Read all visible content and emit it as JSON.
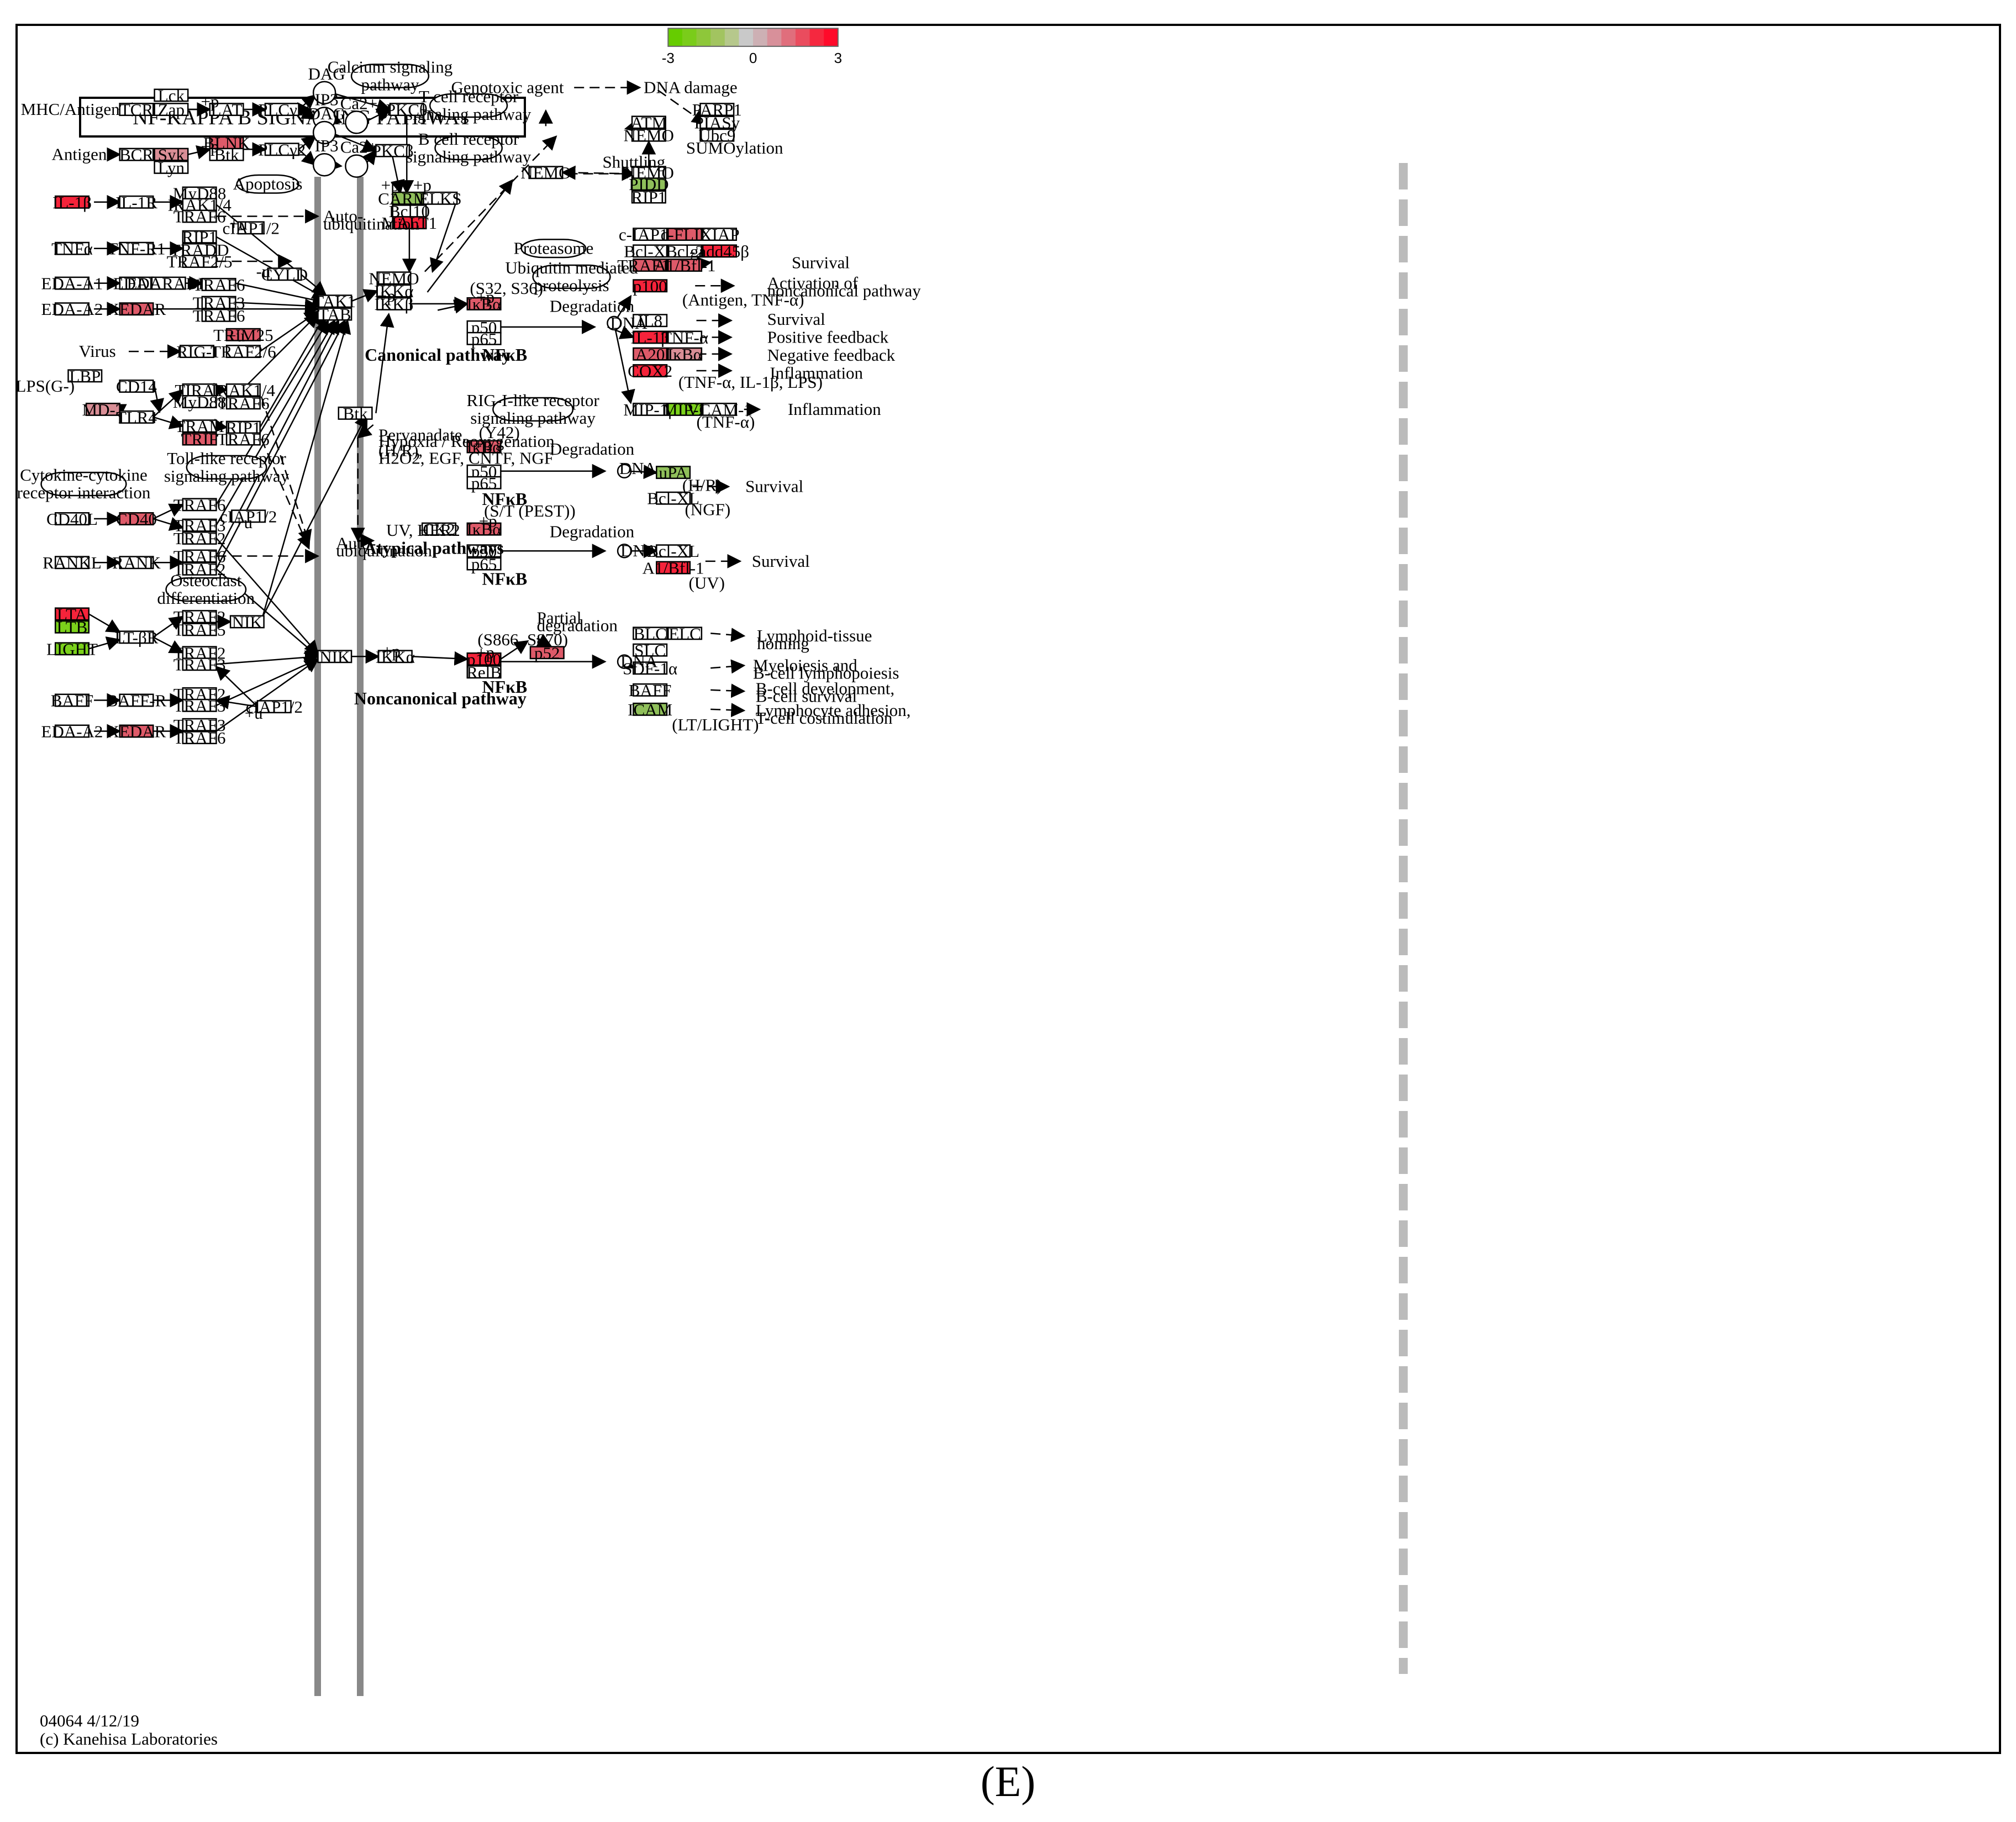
{
  "title": "NF-KAPPA B  SIGNALING PATHWAY",
  "panel_label": "(E)",
  "footer": [
    "04064 4/12/19",
    "(c) Kanehisa Laboratories"
  ],
  "colors": {
    "up_strong": "#f5233a",
    "up_mid": "#de5a69",
    "up_light": "#d98e96",
    "down_strong": "#7bd11b",
    "down_mid": "#8fbf5a",
    "neutral": "#ffffff",
    "membrane": "#888888",
    "nuclear_envelope": "#bbbbbb"
  },
  "color_scale": {
    "min_label": "-3",
    "mid_label": "0",
    "max_label": "3",
    "colors": [
      "#66cc00",
      "#7acc1a",
      "#8ec73a",
      "#a2c460",
      "#b6c88c",
      "#c9c9c9",
      "#cdb0b4",
      "#d8909a",
      "#e06e7c",
      "#ea4c5e",
      "#f5283f",
      "#ff0a2a"
    ]
  },
  "nodes": [
    {
      "id": "lck",
      "label": "Lck",
      "fill": "#ffffff"
    },
    {
      "id": "tcr",
      "label": "TCR",
      "fill": "#ffffff"
    },
    {
      "id": "zap",
      "label": "Zap",
      "fill": "#ffffff"
    },
    {
      "id": "lat",
      "label": "LAT",
      "fill": "#ffffff"
    },
    {
      "id": "plcg1",
      "label": "PLCγ1",
      "fill": "#ffffff"
    },
    {
      "id": "pkct",
      "label": "PKCθ",
      "fill": "#ffffff"
    },
    {
      "id": "bcr",
      "label": "BCR",
      "fill": "#ffffff"
    },
    {
      "id": "syk",
      "label": "Syk",
      "fill": "#d98e96"
    },
    {
      "id": "lyn",
      "label": "Lyn",
      "fill": "#ffffff"
    },
    {
      "id": "blnk",
      "label": "BLNK",
      "fill": "#de5a69"
    },
    {
      "id": "btk1",
      "label": "Btk",
      "fill": "#ffffff"
    },
    {
      "id": "plcg2",
      "label": "PLCγ2",
      "fill": "#ffffff"
    },
    {
      "id": "pkcb",
      "label": "PKCβ",
      "fill": "#ffffff"
    },
    {
      "id": "carma",
      "label": "CARMA",
      "fill": "#8fbf5a"
    },
    {
      "id": "bcl10",
      "label": "Bcl10",
      "fill": "#ffffff"
    },
    {
      "id": "malt1",
      "label": "MALT1",
      "fill": "#f5233a"
    },
    {
      "id": "il1b_l",
      "label": "IL-1β",
      "fill": "#f5233a"
    },
    {
      "id": "il1r",
      "label": "IL-1R",
      "fill": "#ffffff"
    },
    {
      "id": "myd88a",
      "label": "MyD88",
      "fill": "#ffffff"
    },
    {
      "id": "irak14a",
      "label": "IRAK1/4",
      "fill": "#ffffff"
    },
    {
      "id": "traf6a",
      "label": "TRAF6",
      "fill": "#ffffff"
    },
    {
      "id": "ciap12a",
      "label": "cIAP1/2",
      "fill": "#ffffff"
    },
    {
      "id": "tnfa_l",
      "label": "TNFα",
      "fill": "#ffffff"
    },
    {
      "id": "tnfr1",
      "label": "TNF-R1",
      "fill": "#ffffff"
    },
    {
      "id": "rip1a",
      "label": "RIP1",
      "fill": "#ffffff"
    },
    {
      "id": "tradd",
      "label": "TRADD",
      "fill": "#ffffff"
    },
    {
      "id": "traf25",
      "label": "TRAF2/5",
      "fill": "#ffffff"
    },
    {
      "id": "edaa1",
      "label": "EDA-A1",
      "fill": "#ffffff"
    },
    {
      "id": "edar",
      "label": "EDAR",
      "fill": "#ffffff"
    },
    {
      "id": "edaradd",
      "label": "EDARADD",
      "fill": "#ffffff"
    },
    {
      "id": "traf6b",
      "label": "TRAF6",
      "fill": "#ffffff"
    },
    {
      "id": "cyld",
      "label": "CYLD",
      "fill": "#ffffff"
    },
    {
      "id": "edaa2a",
      "label": "EDA-A2",
      "fill": "#ffffff"
    },
    {
      "id": "xedar1",
      "label": "XEDAR",
      "fill": "#de5a69"
    },
    {
      "id": "traf3a",
      "label": "TRAF3",
      "fill": "#ffffff"
    },
    {
      "id": "traf6c",
      "label": "TRAF6",
      "fill": "#ffffff"
    },
    {
      "id": "tak1",
      "label": "TAK1",
      "fill": "#ffffff"
    },
    {
      "id": "tab",
      "label": "TAB",
      "fill": "#ffffff"
    },
    {
      "id": "trim25",
      "label": "TRIM25",
      "fill": "#de5a69"
    },
    {
      "id": "rigi",
      "label": "RIG-I",
      "fill": "#ffffff"
    },
    {
      "id": "traf2_6",
      "label": "TRAF2/6",
      "fill": "#ffffff"
    },
    {
      "id": "lbp",
      "label": "LBP",
      "fill": "#ffffff"
    },
    {
      "id": "cd14",
      "label": "CD14",
      "fill": "#ffffff"
    },
    {
      "id": "md2",
      "label": "MD-2",
      "fill": "#d98e96"
    },
    {
      "id": "tlr4",
      "label": "TLR4",
      "fill": "#ffffff"
    },
    {
      "id": "tirap",
      "label": "TIRAP",
      "fill": "#ffffff"
    },
    {
      "id": "myd88b",
      "label": "MyD88",
      "fill": "#ffffff"
    },
    {
      "id": "irak14b",
      "label": "IRAK1/4",
      "fill": "#ffffff"
    },
    {
      "id": "traf6d",
      "label": "TRAF6",
      "fill": "#ffffff"
    },
    {
      "id": "tram",
      "label": "TRAM",
      "fill": "#ffffff"
    },
    {
      "id": "trif",
      "label": "TRIF",
      "fill": "#de5a69"
    },
    {
      "id": "rip1b",
      "label": "RIP1",
      "fill": "#ffffff"
    },
    {
      "id": "traf6e",
      "label": "TRAF6",
      "fill": "#ffffff"
    },
    {
      "id": "btk2",
      "label": "Btk",
      "fill": "#ffffff"
    },
    {
      "id": "nemo_c",
      "label": "NEMO",
      "fill": "#ffffff"
    },
    {
      "id": "ikka_c",
      "label": "IKKα",
      "fill": "#ffffff"
    },
    {
      "id": "ikkb_c",
      "label": "IKKβ",
      "fill": "#ffffff"
    },
    {
      "id": "elks",
      "label": "ELKS",
      "fill": "#ffffff"
    },
    {
      "id": "nemo_mid",
      "label": "NEMO",
      "fill": "#ffffff"
    },
    {
      "id": "atm",
      "label": "ATM",
      "fill": "#ffffff"
    },
    {
      "id": "nemo_atm",
      "label": "NEMO",
      "fill": "#ffffff"
    },
    {
      "id": "parp1",
      "label": "PARP1",
      "fill": "#ffffff"
    },
    {
      "id": "piasy",
      "label": "PIASy",
      "fill": "#ffffff"
    },
    {
      "id": "ubc9",
      "label": "Ubc9",
      "fill": "#ffffff"
    },
    {
      "id": "nemo_n",
      "label": "NEMO",
      "fill": "#ffffff"
    },
    {
      "id": "pidd",
      "label": "PIDD",
      "fill": "#8fbf5a"
    },
    {
      "id": "rip1n",
      "label": "RIP1",
      "fill": "#ffffff"
    },
    {
      "id": "ikba1",
      "label": "IκBα",
      "fill": "#de5a69"
    },
    {
      "id": "p50a",
      "label": "p50",
      "fill": "#ffffff"
    },
    {
      "id": "p65a",
      "label": "p65",
      "fill": "#ffffff"
    },
    {
      "id": "ciap12t",
      "label": "c-IAP1/2",
      "fill": "#ffffff"
    },
    {
      "id": "cflip",
      "label": "c-FLIP",
      "fill": "#de5a69"
    },
    {
      "id": "xiap",
      "label": "XIAP",
      "fill": "#ffffff"
    },
    {
      "id": "bclxl1",
      "label": "Bcl-XL",
      "fill": "#ffffff"
    },
    {
      "id": "bcl2",
      "label": "Bcl-2",
      "fill": "#ffffff"
    },
    {
      "id": "gadd45b",
      "label": "gadd45β",
      "fill": "#f5233a"
    },
    {
      "id": "traf12",
      "label": "TRAF1/2",
      "fill": "#de5a69"
    },
    {
      "id": "a1bfl1a",
      "label": "A1/Bfl-1",
      "fill": "#de5a69"
    },
    {
      "id": "p100t",
      "label": "p100",
      "fill": "#f5233a"
    },
    {
      "id": "il8",
      "label": "IL8",
      "fill": "#ffffff"
    },
    {
      "id": "il1b_t",
      "label": "IL-1β",
      "fill": "#f5233a"
    },
    {
      "id": "tnfa_t",
      "label": "TNF-α",
      "fill": "#ffffff"
    },
    {
      "id": "a20",
      "label": "A20",
      "fill": "#de5a69"
    },
    {
      "id": "ikba_t",
      "label": "IκBα",
      "fill": "#d98e96"
    },
    {
      "id": "cox2",
      "label": "COX2",
      "fill": "#f5233a"
    },
    {
      "id": "mip1b",
      "label": "MIP-1β",
      "fill": "#ffffff"
    },
    {
      "id": "mip2",
      "label": "MIP-2",
      "fill": "#7bd11b"
    },
    {
      "id": "vcam1",
      "label": "VCAM-1",
      "fill": "#ffffff"
    },
    {
      "id": "ikba2",
      "label": "IκBα",
      "fill": "#de5a69"
    },
    {
      "id": "p50b",
      "label": "p50",
      "fill": "#ffffff"
    },
    {
      "id": "p65b",
      "label": "p65",
      "fill": "#ffffff"
    },
    {
      "id": "upa",
      "label": "uPA",
      "fill": "#8fbf5a"
    },
    {
      "id": "bclxl2",
      "label": "Bcl-XL",
      "fill": "#ffffff"
    },
    {
      "id": "ck2",
      "label": "CK2",
      "fill": "#ffffff"
    },
    {
      "id": "ikba3",
      "label": "IκBα",
      "fill": "#de5a69"
    },
    {
      "id": "p50c",
      "label": "p50",
      "fill": "#ffffff"
    },
    {
      "id": "p65c",
      "label": "p65",
      "fill": "#ffffff"
    },
    {
      "id": "bclxl3",
      "label": "Bcl-XL",
      "fill": "#ffffff"
    },
    {
      "id": "a1bfl1b",
      "label": "A1/Bfl-1",
      "fill": "#f5233a"
    },
    {
      "id": "cd40l",
      "label": "CD40L",
      "fill": "#ffffff"
    },
    {
      "id": "cd40",
      "label": "CD40",
      "fill": "#de5a69"
    },
    {
      "id": "traf6f",
      "label": "TRAF6",
      "fill": "#ffffff"
    },
    {
      "id": "ciap12b",
      "label": "cIAP1/2",
      "fill": "#ffffff"
    },
    {
      "id": "traf3b",
      "label": "TRAF3",
      "fill": "#ffffff"
    },
    {
      "id": "traf2a",
      "label": "TRAF2",
      "fill": "#ffffff"
    },
    {
      "id": "rankl",
      "label": "RANKL",
      "fill": "#ffffff"
    },
    {
      "id": "rank",
      "label": "RANK",
      "fill": "#ffffff"
    },
    {
      "id": "traf6g",
      "label": "TRAF6",
      "fill": "#ffffff"
    },
    {
      "id": "traf2b",
      "label": "TRAF2",
      "fill": "#ffffff"
    },
    {
      "id": "lta",
      "label": "LTA",
      "fill": "#f5233a"
    },
    {
      "id": "ltb",
      "label": "LTB",
      "fill": "#7bd11b"
    },
    {
      "id": "light",
      "label": "LIGHT",
      "fill": "#7bd11b"
    },
    {
      "id": "ltbr",
      "label": "LT-βR",
      "fill": "#ffffff"
    },
    {
      "id": "traf2c",
      "label": "TRAF2",
      "fill": "#ffffff"
    },
    {
      "id": "traf5",
      "label": "TRAF5",
      "fill": "#ffffff"
    },
    {
      "id": "nik1",
      "label": "NIK",
      "fill": "#ffffff"
    },
    {
      "id": "traf2d",
      "label": "TRAF2",
      "fill": "#ffffff"
    },
    {
      "id": "traf3c",
      "label": "TRAF3",
      "fill": "#ffffff"
    },
    {
      "id": "nik2",
      "label": "NIK",
      "fill": "#ffffff"
    },
    {
      "id": "ikka_n",
      "label": "IKKα",
      "fill": "#ffffff"
    },
    {
      "id": "p100n",
      "label": "p100",
      "fill": "#f5233a"
    },
    {
      "id": "relb",
      "label": "RelB",
      "fill": "#ffffff"
    },
    {
      "id": "p52",
      "label": "p52",
      "fill": "#de5a69"
    },
    {
      "id": "baff_l",
      "label": "BAFF",
      "fill": "#ffffff"
    },
    {
      "id": "baffr",
      "label": "BAFF-R",
      "fill": "#ffffff"
    },
    {
      "id": "traf2e",
      "label": "TRAF2",
      "fill": "#ffffff"
    },
    {
      "id": "traf3d",
      "label": "TRAF3",
      "fill": "#ffffff"
    },
    {
      "id": "ciap12c",
      "label": "cIAP1/2",
      "fill": "#ffffff"
    },
    {
      "id": "edaa2b",
      "label": "EDA-A2",
      "fill": "#ffffff"
    },
    {
      "id": "xedar2",
      "label": "XEDAR",
      "fill": "#de5a69"
    },
    {
      "id": "traf3e",
      "label": "TRAF3",
      "fill": "#ffffff"
    },
    {
      "id": "traf6h",
      "label": "TRAF6",
      "fill": "#ffffff"
    },
    {
      "id": "blc",
      "label": "BLC",
      "fill": "#ffffff"
    },
    {
      "id": "elc",
      "label": "ELC",
      "fill": "#ffffff"
    },
    {
      "id": "slc",
      "label": "SLC",
      "fill": "#ffffff"
    },
    {
      "id": "sdf1a",
      "label": "SDF-1α",
      "fill": "#ffffff"
    },
    {
      "id": "baff_t",
      "label": "BAFF",
      "fill": "#ffffff"
    },
    {
      "id": "icam",
      "label": "ICAM",
      "fill": "#8fbf5a"
    }
  ],
  "maps": [
    {
      "id": "calcium",
      "lines": [
        "Calcium signaling",
        "pathway"
      ]
    },
    {
      "id": "tcell",
      "lines": [
        "T cell receptor",
        "signaling pathway"
      ]
    },
    {
      "id": "bcell",
      "lines": [
        "B cell receptor",
        "signaling pathway"
      ]
    },
    {
      "id": "apoptosis",
      "lines": [
        "Apoptosis"
      ]
    },
    {
      "id": "proteasome",
      "lines": [
        "Proteasome"
      ]
    },
    {
      "id": "ubiquitin",
      "lines": [
        "Ubiquitin mediated",
        "proteolysis"
      ]
    },
    {
      "id": "tolllike",
      "lines": [
        "Toll-like receptor",
        "signaling pathway"
      ]
    },
    {
      "id": "cytokine",
      "lines": [
        "Cytokine-cytokine",
        "receptor interaction"
      ]
    },
    {
      "id": "riglike",
      "lines": [
        "RIG-I-like receptor",
        "signaling pathway"
      ]
    },
    {
      "id": "osteoclast",
      "lines": [
        "Osteoclast",
        "differentiation"
      ]
    }
  ],
  "compounds": [
    {
      "id": "dag1",
      "label": "DAG"
    },
    {
      "id": "ip3a",
      "label": "IP3"
    },
    {
      "id": "ca1",
      "label": "Ca2+"
    },
    {
      "id": "dag2",
      "label": "DAG"
    },
    {
      "id": "ip3b",
      "label": "IP3"
    },
    {
      "id": "ca2",
      "label": "Ca2+"
    }
  ],
  "labels": [
    {
      "id": "mhc",
      "text": "MHC/Antigen"
    },
    {
      "id": "antigen",
      "text": "Antigen"
    },
    {
      "id": "virus",
      "text": "Virus"
    },
    {
      "id": "lps",
      "text": "LPS(G-)"
    },
    {
      "id": "genotoxic",
      "text": "Genotoxic agent"
    },
    {
      "id": "dnadamage",
      "text": "DNA damage"
    },
    {
      "id": "sumo",
      "text": "SUMOylation"
    },
    {
      "id": "shuttling",
      "text": "Shuttling"
    },
    {
      "id": "autoubi1a",
      "text": "Auto-"
    },
    {
      "id": "autoubi1b",
      "text": "ubiquitination"
    },
    {
      "id": "autoubi2a",
      "text": "Auto-"
    },
    {
      "id": "autoubi2b",
      "text": "ubiquitination"
    },
    {
      "id": "s32",
      "text": "(S32, S36)"
    },
    {
      "id": "deg1",
      "text": "Degradation"
    },
    {
      "id": "deg2",
      "text": "Degradation"
    },
    {
      "id": "deg3",
      "text": "Degradation"
    },
    {
      "id": "nfkb1",
      "text": "NFκB"
    },
    {
      "id": "nfkb2",
      "text": "NFκB"
    },
    {
      "id": "nfkb3",
      "text": "NFκB"
    },
    {
      "id": "nfkb4",
      "text": "NFκB"
    },
    {
      "id": "canon",
      "text": "Canonical pathway"
    },
    {
      "id": "atyp",
      "text": "Atypical pathways"
    },
    {
      "id": "noncanon",
      "text": "Noncanonical pathway"
    },
    {
      "id": "dna1",
      "text": "DNA"
    },
    {
      "id": "dna2",
      "text": "DNA"
    },
    {
      "id": "dna3",
      "text": "DNA"
    },
    {
      "id": "dna4",
      "text": "DNA"
    },
    {
      "id": "survival1",
      "text": "Survival"
    },
    {
      "id": "actnon1",
      "text": "Activation of"
    },
    {
      "id": "actnon2",
      "text": "noncanonical pathway"
    },
    {
      "id": "antigentnf",
      "text": "(Antigen, TNF-α)"
    },
    {
      "id": "survival2",
      "text": "Survival"
    },
    {
      "id": "posfb",
      "text": "Positive feedback"
    },
    {
      "id": "negfb",
      "text": "Negative feedback"
    },
    {
      "id": "inflam1",
      "text": "Inflammation"
    },
    {
      "id": "tnfil1b",
      "text": "(TNF-α, IL-1β, LPS)"
    },
    {
      "id": "inflam2",
      "text": "Inflammation"
    },
    {
      "id": "tnfa_paren",
      "text": "(TNF-α)"
    },
    {
      "id": "y42",
      "text": "(Y42)"
    },
    {
      "id": "perv1",
      "text": "Pervanadate,"
    },
    {
      "id": "perv2",
      "text": "Hypoxia / Reoxygenation"
    },
    {
      "id": "perv3",
      "text": "(H/R),"
    },
    {
      "id": "perv4",
      "text": "H2O2, EGF, CNTF, NGF"
    },
    {
      "id": "hr",
      "text": "(H/R)"
    },
    {
      "id": "survival3",
      "text": "Survival"
    },
    {
      "id": "ngf",
      "text": "(NGF)"
    },
    {
      "id": "stpest",
      "text": "(S/T (PEST))"
    },
    {
      "id": "uvher2",
      "text": "UV, HER2"
    },
    {
      "id": "survival4",
      "text": "Survival"
    },
    {
      "id": "uv",
      "text": "(UV)"
    },
    {
      "id": "partial1",
      "text": "Partial"
    },
    {
      "id": "partial2",
      "text": "degradation"
    },
    {
      "id": "s866",
      "text": "(S866, S870)"
    },
    {
      "id": "lymph1",
      "text": "Lymphoid-tissue"
    },
    {
      "id": "lymph2",
      "text": "homing"
    },
    {
      "id": "myelo1",
      "text": "Myeloiesis and"
    },
    {
      "id": "myelo2",
      "text": "B-cell lymphopoiesis"
    },
    {
      "id": "bcell1",
      "text": "B-cell development,"
    },
    {
      "id": "bcell2",
      "text": "B-cell survival"
    },
    {
      "id": "lymphadh1",
      "text": "Lymphocyte adhesion,"
    },
    {
      "id": "lymphadh2",
      "text": "T-cell costimulation"
    },
    {
      "id": "ltlight",
      "text": "(LT/LIGHT)"
    },
    {
      "id": "p1",
      "text": "+p"
    },
    {
      "id": "p2",
      "text": "+p"
    },
    {
      "id": "p3",
      "text": "+p"
    },
    {
      "id": "p4",
      "text": "+p"
    },
    {
      "id": "p5",
      "text": "+p"
    },
    {
      "id": "p6",
      "text": "+p"
    },
    {
      "id": "p7",
      "text": "+p"
    },
    {
      "id": "p8",
      "text": "+p"
    },
    {
      "id": "p9",
      "text": "+p"
    },
    {
      "id": "p10",
      "text": "+p"
    },
    {
      "id": "u1",
      "text": "+u"
    },
    {
      "id": "u2",
      "text": "+u"
    },
    {
      "id": "u3",
      "text": "+u"
    },
    {
      "id": "u4",
      "text": "+u"
    },
    {
      "id": "mu",
      "text": "-u"
    }
  ]
}
